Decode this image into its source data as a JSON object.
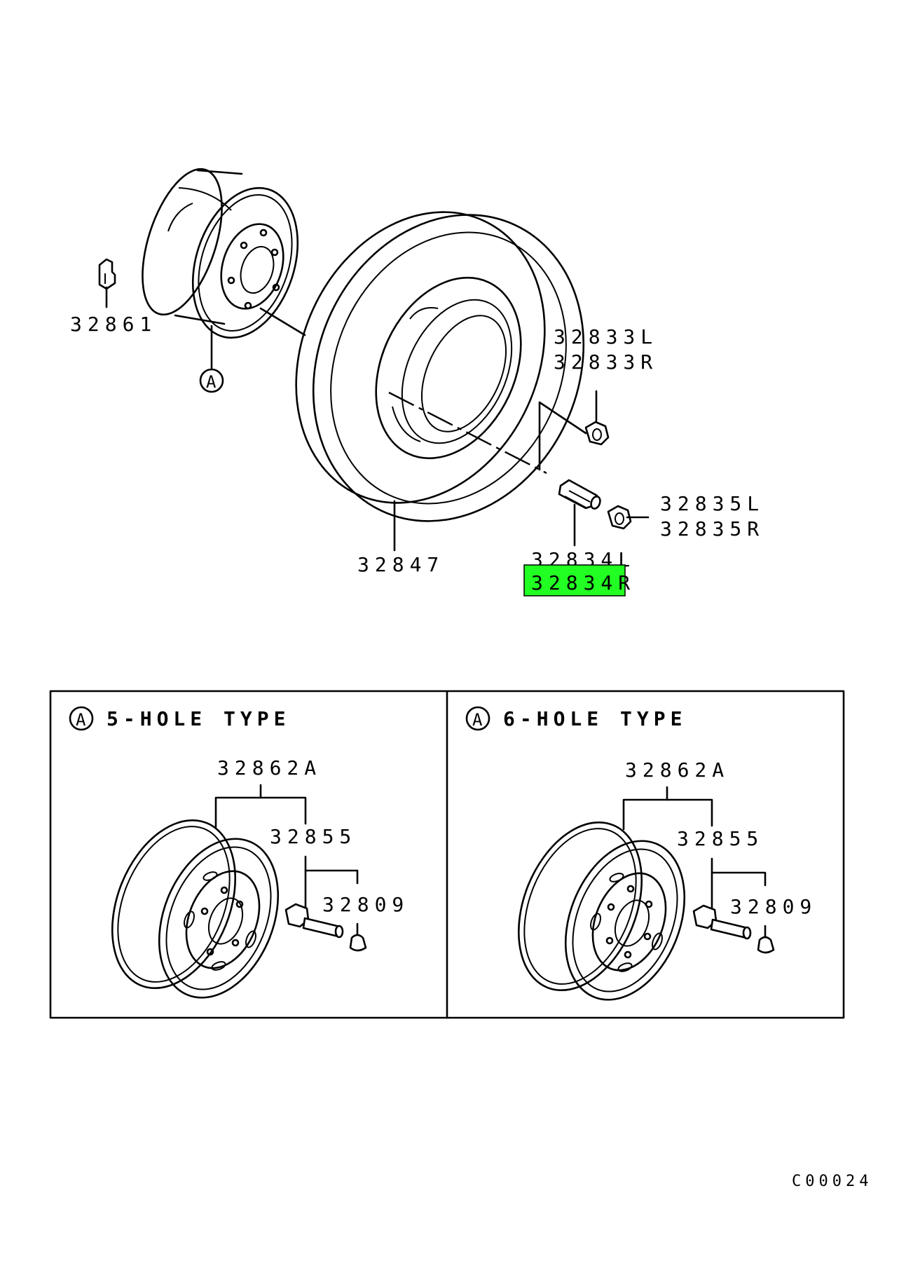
{
  "labels": {
    "p32861": "32861",
    "p32833L": "32833L",
    "p32833R": "32833R",
    "p32835L": "32835L",
    "p32835R": "32835R",
    "p32847": "32847",
    "p32834L": "32834L",
    "p32834R": "32834R",
    "ref_a": "A"
  },
  "highlight": {
    "part": "32834R",
    "color": "#22ff22"
  },
  "panels": [
    {
      "ref": "A",
      "title": "5-HOLE TYPE",
      "parts": {
        "wheel": "32862A",
        "bolt": "32855",
        "cap": "32809"
      }
    },
    {
      "ref": "A",
      "title": "6-HOLE TYPE",
      "parts": {
        "wheel": "32862A",
        "bolt": "32855",
        "cap": "32809"
      }
    }
  ],
  "footer_code": "C00024"
}
